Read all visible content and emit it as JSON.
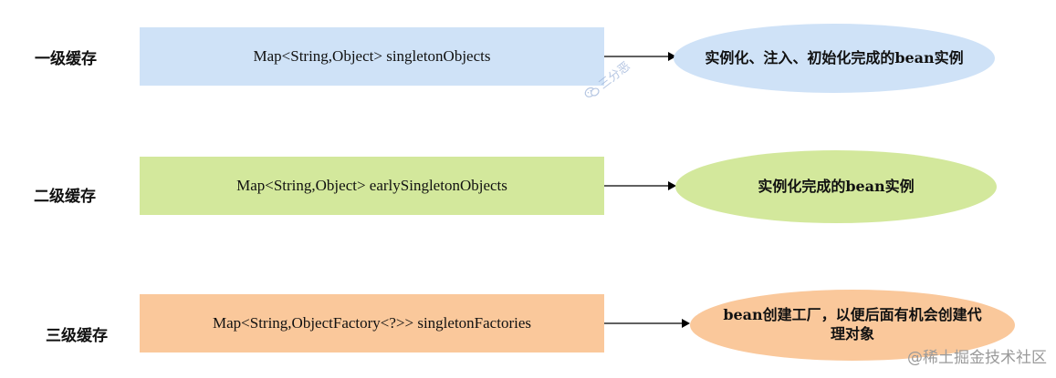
{
  "levels": [
    {
      "label": "一级缓存",
      "map": "Map<String,Object> singletonObjects",
      "description": "实例化、注入、初始化完成的bean实例",
      "box_color": "#cfe2f7",
      "ellipse_color": "#cfe2f7"
    },
    {
      "label": "二级缓存",
      "map": "Map<String,Object> earlySingletonObjects",
      "description": "实例化完成的bean实例",
      "box_color": "#d3e89c",
      "ellipse_color": "#d3e89c"
    },
    {
      "label": "三级缓存",
      "map": "Map<String,ObjectFactory<?>> singletonFactories",
      "description_line1": "bean创建工厂，以便后面有机会创建代",
      "description_line2": "理对象",
      "box_color": "#fac89b",
      "ellipse_color": "#fac89b"
    }
  ],
  "watermark_top": "三分恶",
  "watermark_bottom": "@稀土掘金技术社区"
}
